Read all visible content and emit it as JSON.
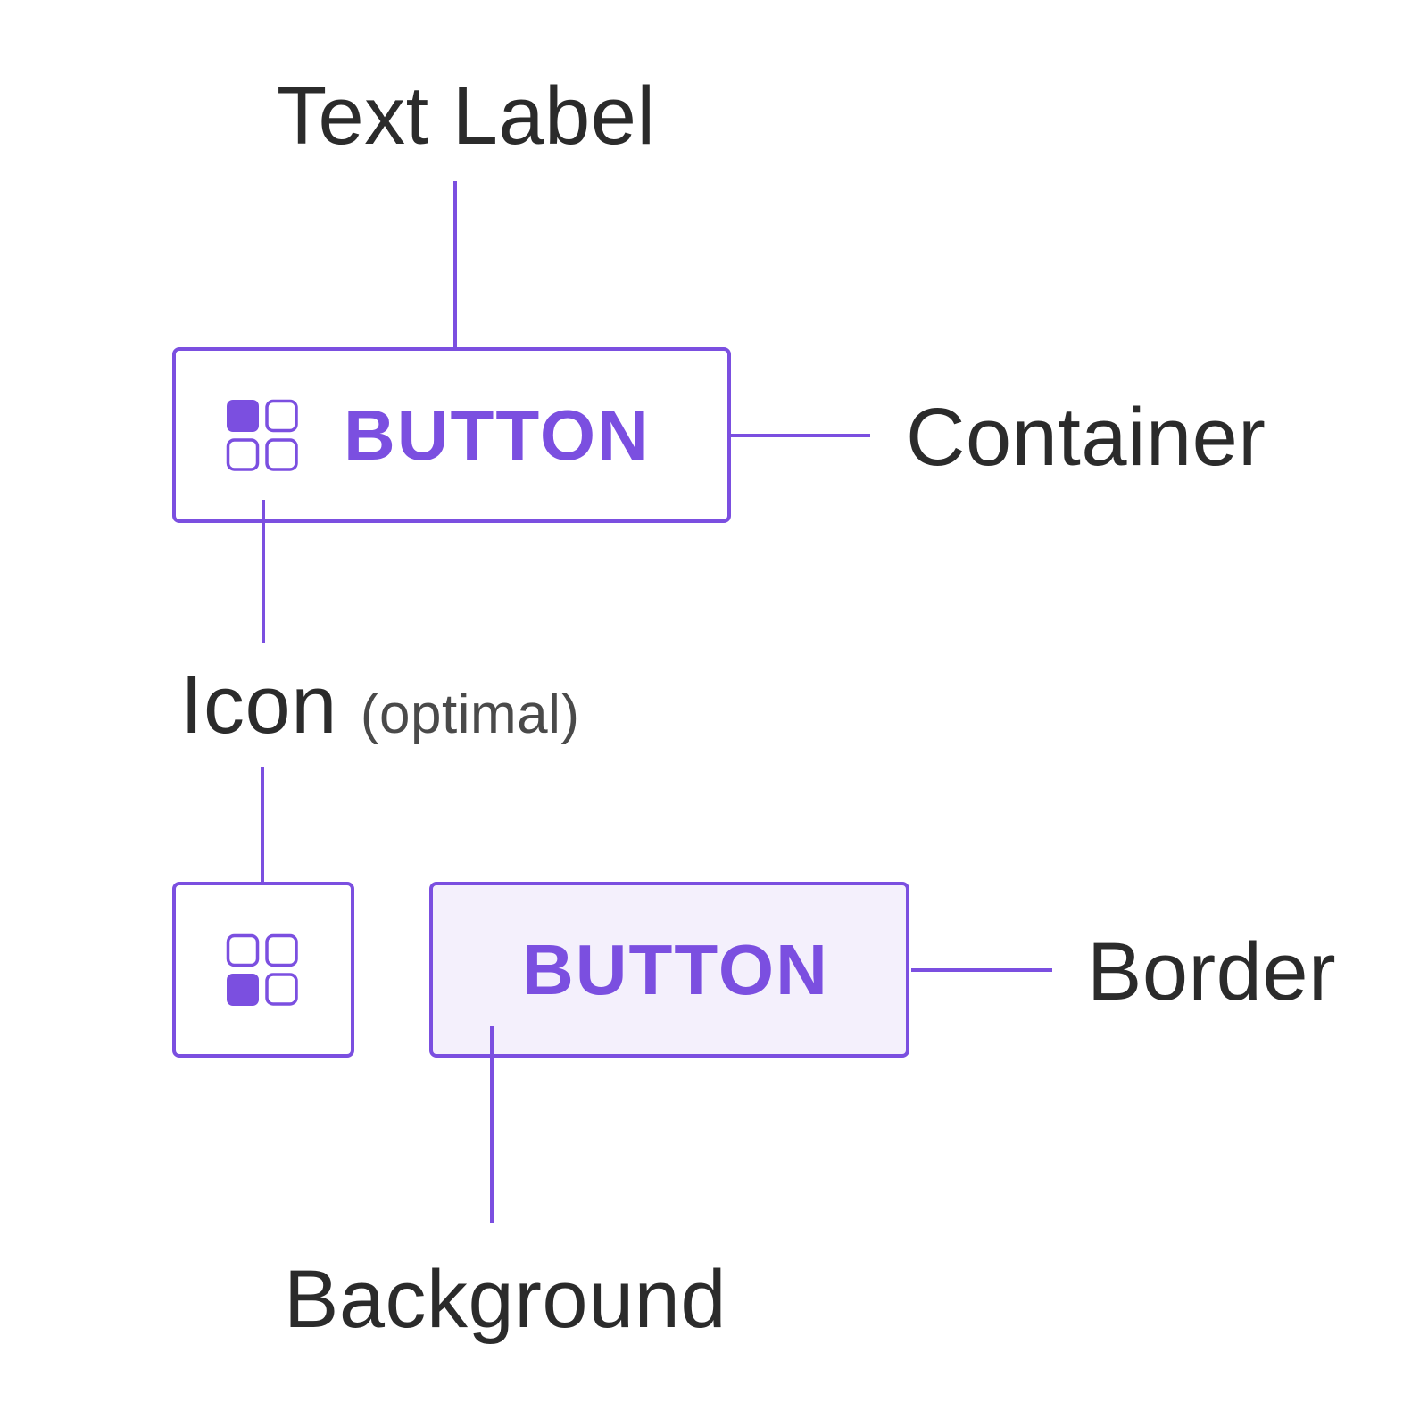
{
  "labels": {
    "text_label": "Text Label",
    "container": "Container",
    "icon": "Icon",
    "icon_note": "(optimal)",
    "border": "Border",
    "background": "Background"
  },
  "buttons": {
    "top_button_label": "BUTTON",
    "bottom_button_label": "BUTTON"
  },
  "icons": {
    "top_icon": "grid-icon-top-left-filled",
    "bottom_icon": "grid-icon-bottom-left-filled"
  },
  "colors": {
    "accent": "#7b4fe0",
    "background_fill": "#f4f0fc",
    "text": "#2b2b2b"
  }
}
